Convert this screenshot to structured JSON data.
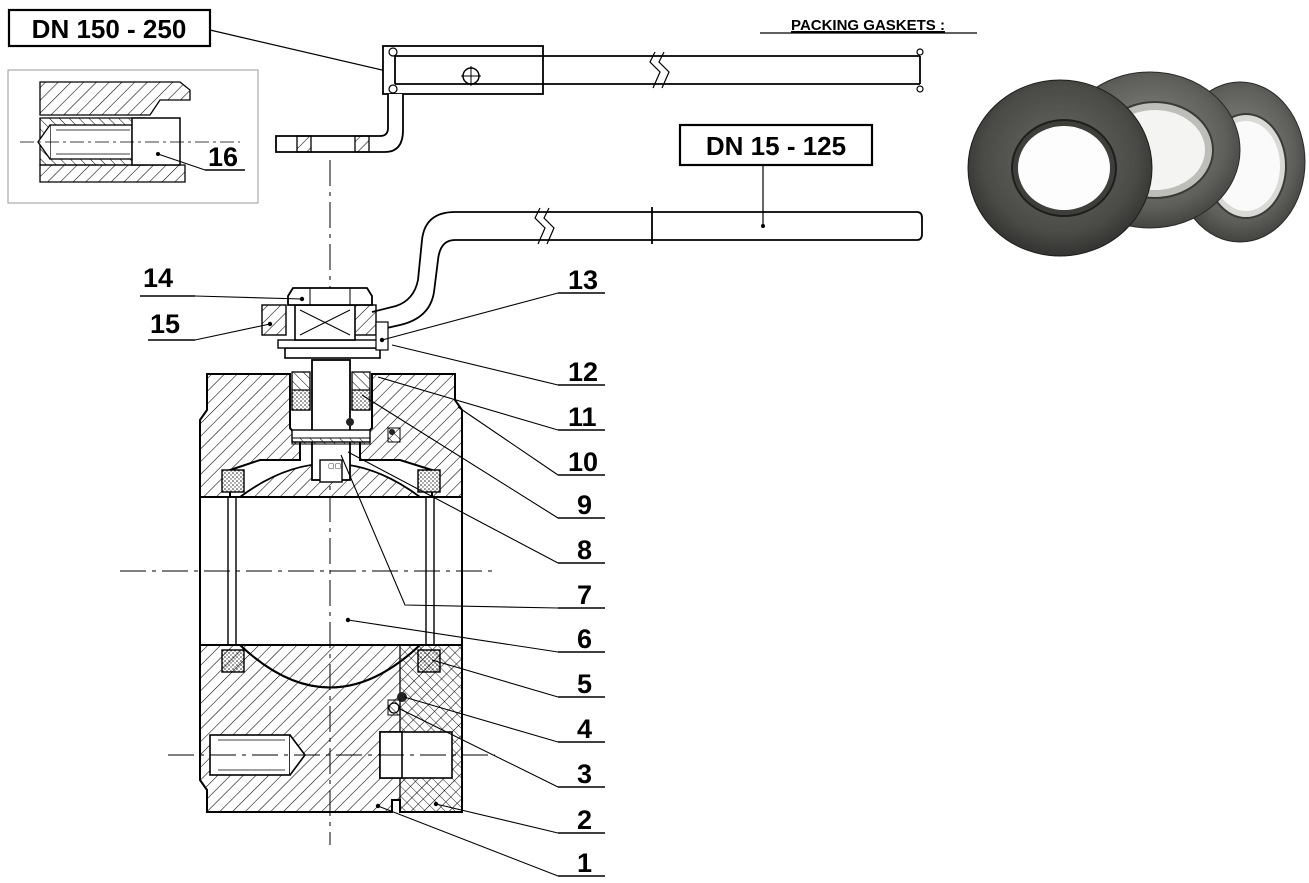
{
  "labels": {
    "dn_large": "DN 150 - 250",
    "dn_small": "DN 15 - 125",
    "packing": "PACKING GASKETS :"
  },
  "parts": [
    "1",
    "2",
    "3",
    "4",
    "5",
    "6",
    "7",
    "8",
    "9",
    "10",
    "11",
    "12",
    "13",
    "14",
    "15",
    "16"
  ],
  "colors": {
    "line": "#000000",
    "gasket": "#4a4a48",
    "gasket_inner": "#2f2f2d"
  }
}
